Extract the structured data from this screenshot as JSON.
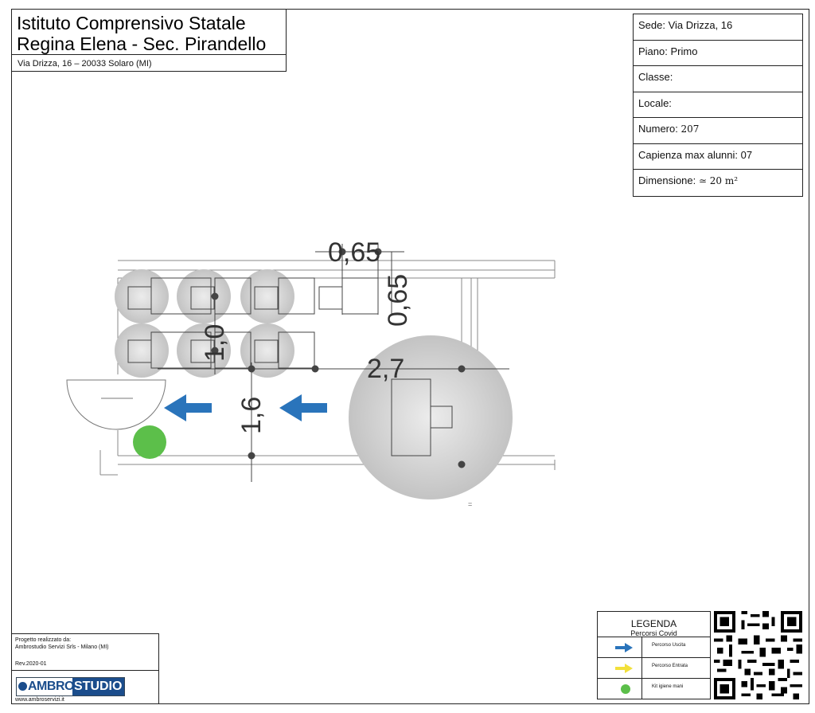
{
  "header": {
    "line1": "Istituto Comprensivo Statale",
    "line2": "Regina Elena - Sec. Pirandello",
    "address": "Via Drizza, 16 – 20033 Solaro (MI)"
  },
  "info": {
    "sede": "Sede:  Via Drizza, 16",
    "piano": "Piano: Primo",
    "classe": "Classe:",
    "locale": "Locale:",
    "numero_label": "Numero: ",
    "numero_value": "207",
    "capienza": "Capienza max alunni: 07",
    "dimensione_label": "Dimensione: ",
    "dimensione_value": "≃ 20 m²"
  },
  "plan": {
    "dim_top": "0,65",
    "dim_vertical_right": "0,65",
    "dim_vertical_desks": "1,0",
    "dim_room_width": "2,7",
    "dim_corridor": "1,6",
    "small_mark": "="
  },
  "legend": {
    "title": "LEGENDA",
    "subtitle": "Percorsi Covid",
    "exit_label": "Percorso Uscita",
    "entry_label": "Percorso Entrata",
    "kit_label": "Kit igiene mani"
  },
  "credits": {
    "line1": "Progetto realizzato da:",
    "line2": "Ambrostudio Servizi Srls - Milano (MI)",
    "rev": "Rev.2020-01",
    "logo_left": "AMBRO",
    "logo_right": "STUDIO",
    "url": "www.ambroservizi.it"
  },
  "colors": {
    "arrow_exit": "#2a74bb",
    "arrow_entry": "#f2e03a",
    "kit": "#5cbf4a",
    "circle_grey": "#cfcfcf"
  }
}
